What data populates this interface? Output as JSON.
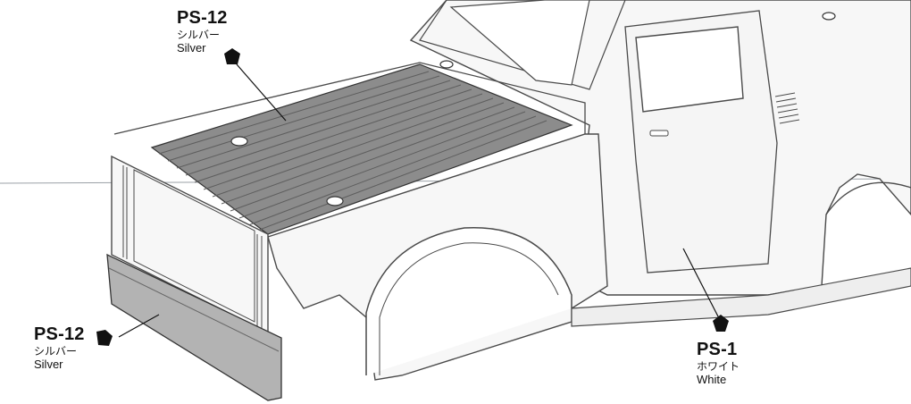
{
  "callouts": [
    {
      "id": "bed",
      "code": "PS-12",
      "japanese": "シルバー",
      "english": "Silver"
    },
    {
      "id": "bumper",
      "code": "PS-12",
      "japanese": "シルバー",
      "english": "Silver"
    },
    {
      "id": "body",
      "code": "PS-1",
      "japanese": "ホワイト",
      "english": "White"
    }
  ],
  "colors": {
    "silver_area": "#8c8c8c",
    "bumper_area": "#b3b3b3",
    "white_body": "#f7f7f7",
    "outline": "#4a4a4a"
  },
  "icons": [
    "paint-drop-icon"
  ]
}
